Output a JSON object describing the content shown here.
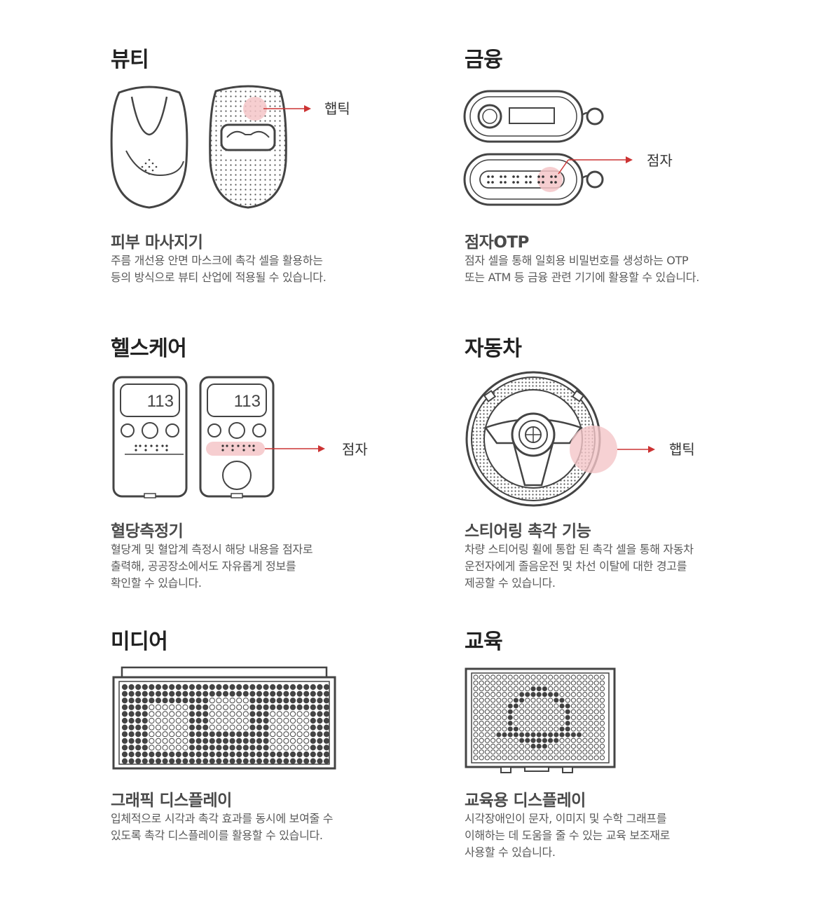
{
  "sections": [
    {
      "category": "뷰티",
      "callout": "햅틱",
      "product": "피부 마사지기",
      "desc": [
        "주름 개선용 안면 마스크에 촉각 셀을 활용하는",
        "등의 방식으로 뷰티 산업에 적용될 수 있습니다."
      ]
    },
    {
      "category": "금융",
      "callout": "점자",
      "product": "점자OTP",
      "desc": [
        "점자 셀을 통해 일회용 비밀번호를 생성하는 OTP",
        "또는 ATM 등 금융 관련 기기에 활용할 수 있습니다."
      ]
    },
    {
      "category": "헬스케어",
      "callout": "점자",
      "screen_value": "113",
      "product": "혈당측정기",
      "desc": [
        "혈당계 및 혈압계 측정시 해당 내용을 점자로",
        "출력해, 공공장소에서도 자유롭게 정보를",
        "확인할 수 있습니다."
      ]
    },
    {
      "category": "자동차",
      "callout": "햅틱",
      "product": "스티어링 촉각 기능",
      "desc": [
        "차량 스티어링 휠에 통합 된 촉각 셀을 통해 자동차",
        "운전자에게 졸음운전 및 차선 이탈에 대한 경고를",
        "제공할 수 있습니다."
      ]
    },
    {
      "category": "미디어",
      "product": "그래픽 디스플레이",
      "desc": [
        "입체적으로 시각과 촉각 효과를 동시에 보여줄 수",
        "있도록 촉각 디스플레이를 활용할 수 있습니다."
      ]
    },
    {
      "category": "교육",
      "product": "교육용 디스플레이",
      "desc": [
        "시각장애인이 문자, 이미지 및 수학 그래프를",
        "이해하는 데 도움을 줄 수 있는 교육 보조재로",
        "사용할 수 있습니다."
      ]
    }
  ],
  "colors": {
    "accent": "#cc3333",
    "highlight": "#f4c5c8",
    "line": "#444444"
  }
}
